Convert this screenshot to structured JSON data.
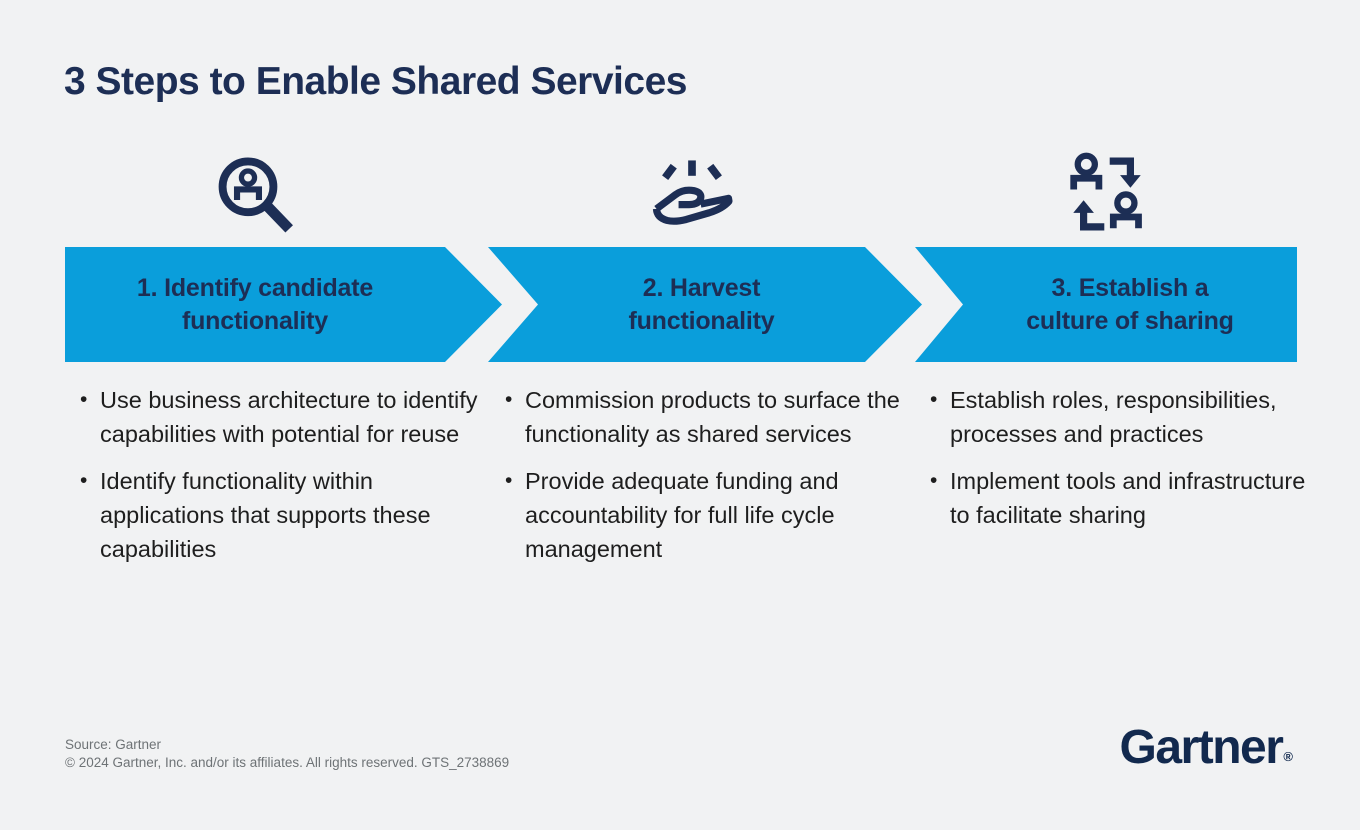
{
  "title": "3 Steps to Enable Shared Services",
  "colors": {
    "bg": "#f1f2f3",
    "banner_blue": "#0a9edb",
    "navy": "#1d2e55",
    "logo_navy": "#12294e",
    "body_text": "#1e1e1e",
    "footer_text": "#6e7376"
  },
  "steps": [
    {
      "icon": "magnifier-person-icon",
      "title": "1. Identify candidate\nfunctionality",
      "bullets": [
        "Use business architecture to identify capabilities with potential for reuse",
        "Identify functionality within applications that supports these capabilities"
      ]
    },
    {
      "icon": "hand-receive-icon",
      "title": "2. Harvest\nfunctionality",
      "bullets": [
        "Commission products to surface the functionality as shared services",
        "Provide adequate funding and accountability for full life cycle management"
      ]
    },
    {
      "icon": "people-exchange-icon",
      "title": "3. Establish a\nculture of sharing",
      "bullets": [
        "Establish roles, responsibilities, processes and practices",
        "Implement tools and infrastructure to facilitate sharing"
      ]
    }
  ],
  "footer": {
    "source": "Source: Gartner",
    "copyright": "© 2024 Gartner, Inc. and/or its affiliates. All rights reserved. GTS_2738869"
  },
  "logo": {
    "text": "Gartner",
    "reg": "®"
  }
}
